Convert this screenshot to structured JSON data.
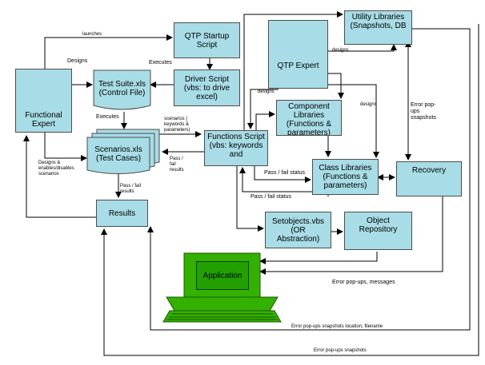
{
  "nodes": {
    "functional_expert": "Functional Expert",
    "qtp_startup": "QTP Startup Script",
    "test_suite": "Test Suite.xls (Control File)",
    "driver_script": "Driver Script (vbs: to drive excel)",
    "scenarios": "Scenarios.xls (Test Cases)",
    "functions_script": "Functions Script (vbs: keywords and",
    "results": "Results",
    "qtp_expert": "QTP Expert",
    "utility_libraries": "Utility Libraries (Snapshots, DB",
    "component_libraries": "Component Libraries (Functions & parameters)",
    "class_libraries": "Class Libraries (Functions & parameters)",
    "recovery": "Recovery",
    "setobjects": "Setobjects.vbs (OR Abstraction)",
    "object_repository": "Object Repository",
    "application": "Application"
  },
  "labels": {
    "launches": "launches",
    "designs_left": "Designs",
    "executes_top": "Executes",
    "executes_left": "Executes",
    "designs_enables": "Designs & enables/disables scenarios",
    "scenarios_kw": "scenarios ( keywords & parameters)",
    "pass_fail_left": "Pass / fail results",
    "pass_fail_down": "Pass / fail results",
    "designs_qtp1": "designs",
    "designs_qtp2": "designs",
    "designs_qtp3": "designs",
    "pass_fail_status1": "Pass / fail status",
    "pass_fail_status2": "Pass / fail status",
    "error_snapshots_right": "Error pop-ups snapshots",
    "error_messages": "Error pop-ups, messages",
    "error_location": "Error pop-ups snapshots location, filename",
    "error_snapshots_bottom": "Error pop-ups snapshots"
  },
  "colors": {
    "box_fill": "#a8dce6",
    "box_border": "#4d4d4d",
    "monitor": "#33b000",
    "screen": "#22a000"
  }
}
